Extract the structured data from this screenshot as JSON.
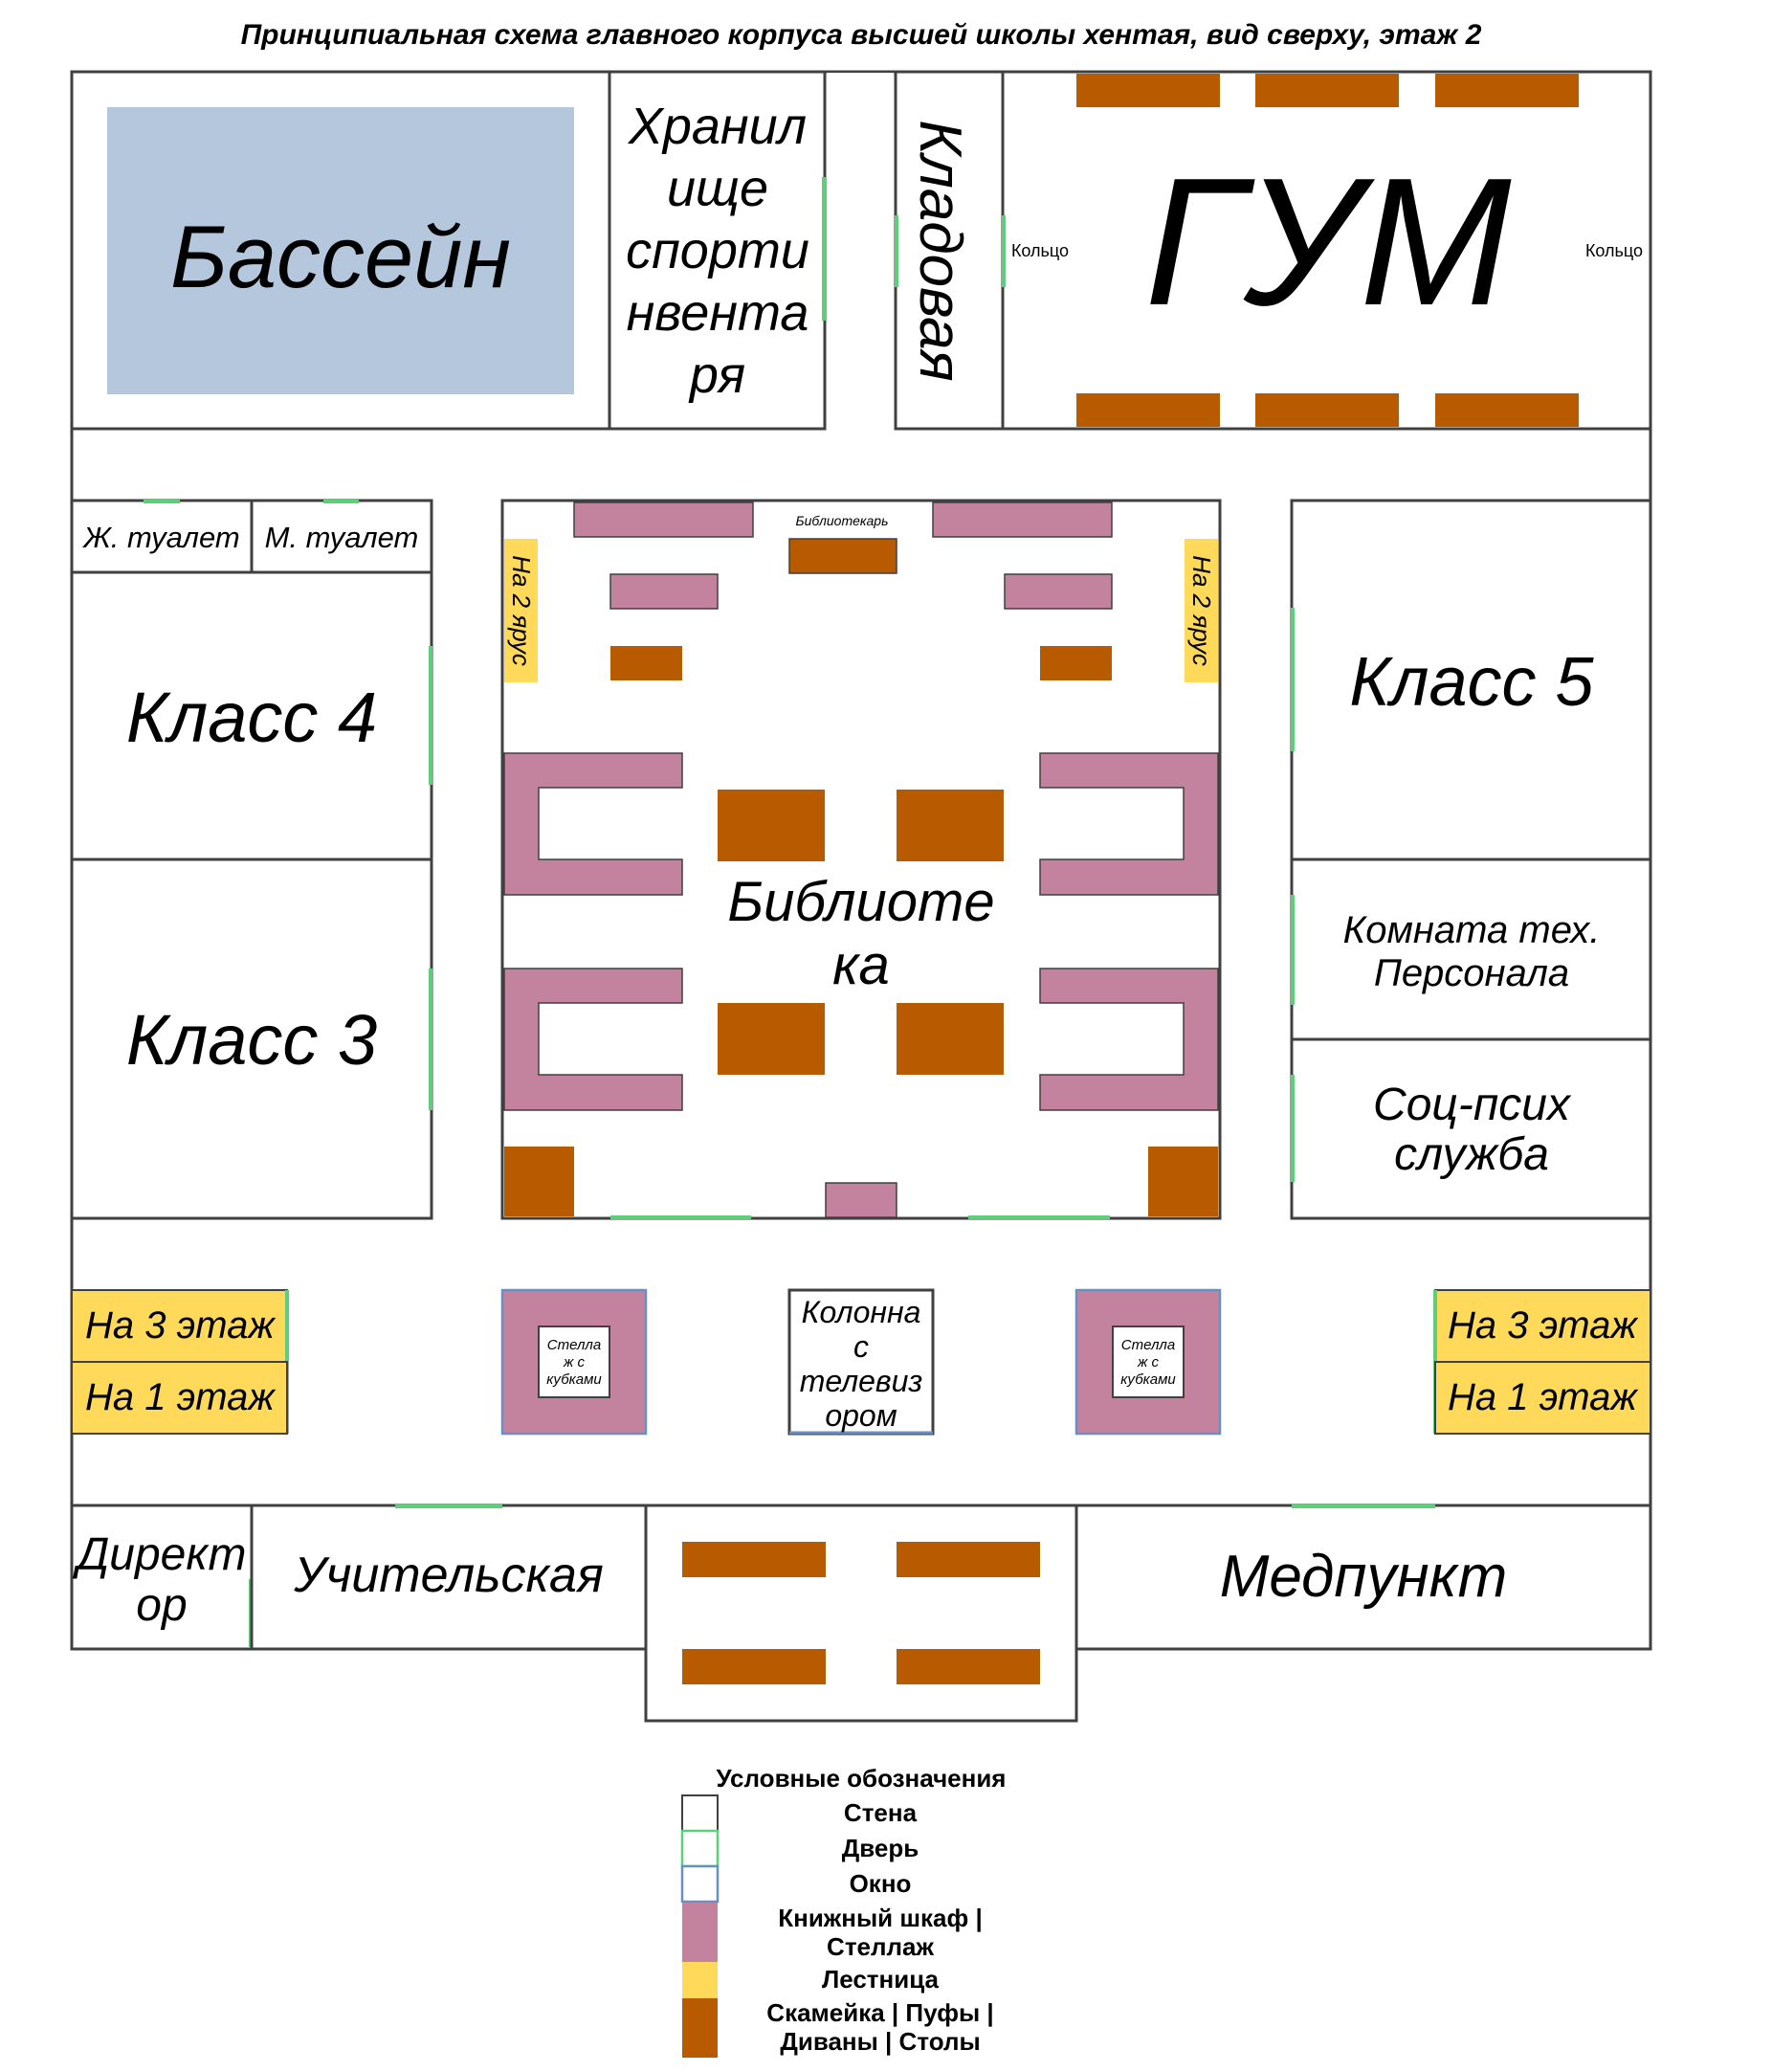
{
  "title": "Принципиальная схема главного корпуса высшей школы хентая, вид сверху, этаж 2",
  "colors": {
    "wall": "#404040",
    "door": "#5dcf7a",
    "window": "#6a8fc4",
    "bookshelf": "#c3829e",
    "stairs": "#ffd95a",
    "furniture": "#b85a00",
    "pool": "#b4c7dc"
  },
  "rooms": {
    "pool": "Бассейн",
    "storage_line1": "Хранил",
    "storage_line2": "ище",
    "storage_line3": "спорти",
    "storage_line4": "нвента",
    "storage_line5": "ря",
    "pantry": "Кладовая",
    "gym": "ГУМ",
    "ring": "Кольцо",
    "wc_f": "Ж. туалет",
    "wc_m": "М. туалет",
    "class4": "Класс 4",
    "class3": "Класс 3",
    "class5": "Класс 5",
    "staff_line1": "Комната тех.",
    "staff_line2": "Персонала",
    "social_line1": "Соц-псих",
    "social_line2": "служба",
    "library_line1": "Библиоте",
    "library_line2": "ка",
    "librarian": "Библиотекарь",
    "tier2": "На 2 ярус",
    "floor3": "На 3 этаж",
    "floor1": "На 1 этаж",
    "trophy_line1": "Стелла",
    "trophy_line2": "ж с",
    "trophy_line3": "кубками",
    "tv_line1": "Колонна",
    "tv_line2": "с",
    "tv_line3": "телевиз",
    "tv_line4": "ором",
    "director_line1": "Директ",
    "director_line2": "ор",
    "teachers": "Учительская",
    "medical": "Медпункт"
  },
  "legend": {
    "title": "Условные обозначения",
    "wall": "Стена",
    "door": "Дверь",
    "window": "Окно",
    "shelf_line1": "Книжный шкаф |",
    "shelf_line2": "Стеллаж",
    "stairs": "Лестница",
    "furniture_line1": "Скамейка | Пуфы |",
    "furniture_line2": "Диваны | Столы"
  }
}
